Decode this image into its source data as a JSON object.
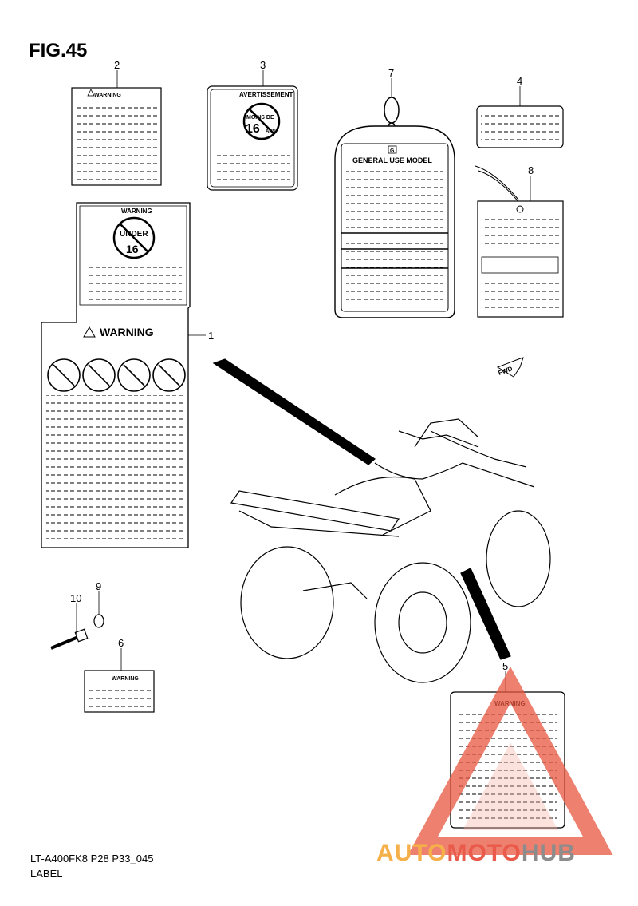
{
  "figure": {
    "title": "FIG.45"
  },
  "callouts": [
    "1",
    "2",
    "3",
    "4",
    "5",
    "6",
    "7",
    "8",
    "9",
    "10"
  ],
  "labels": {
    "warning": "WARNING",
    "avertissement": "AVERTISSEMENT",
    "under": "UNDER",
    "under_age": "16",
    "moins_de": "MOINS DE",
    "moins_age": "16",
    "ans": "ANS",
    "general_use": "GENERAL USE MODEL",
    "g_mark": "G",
    "fwd": "FWD"
  },
  "footer": {
    "model": "LT-A400FK8 P28 P33_045",
    "caption": "LABEL"
  },
  "watermark": {
    "part1": "AUTO",
    "part2": "MOTO",
    "part3": "HUB",
    "colors": [
      "#f6b04a",
      "#ea5a4a",
      "#8c8c8c"
    ]
  }
}
